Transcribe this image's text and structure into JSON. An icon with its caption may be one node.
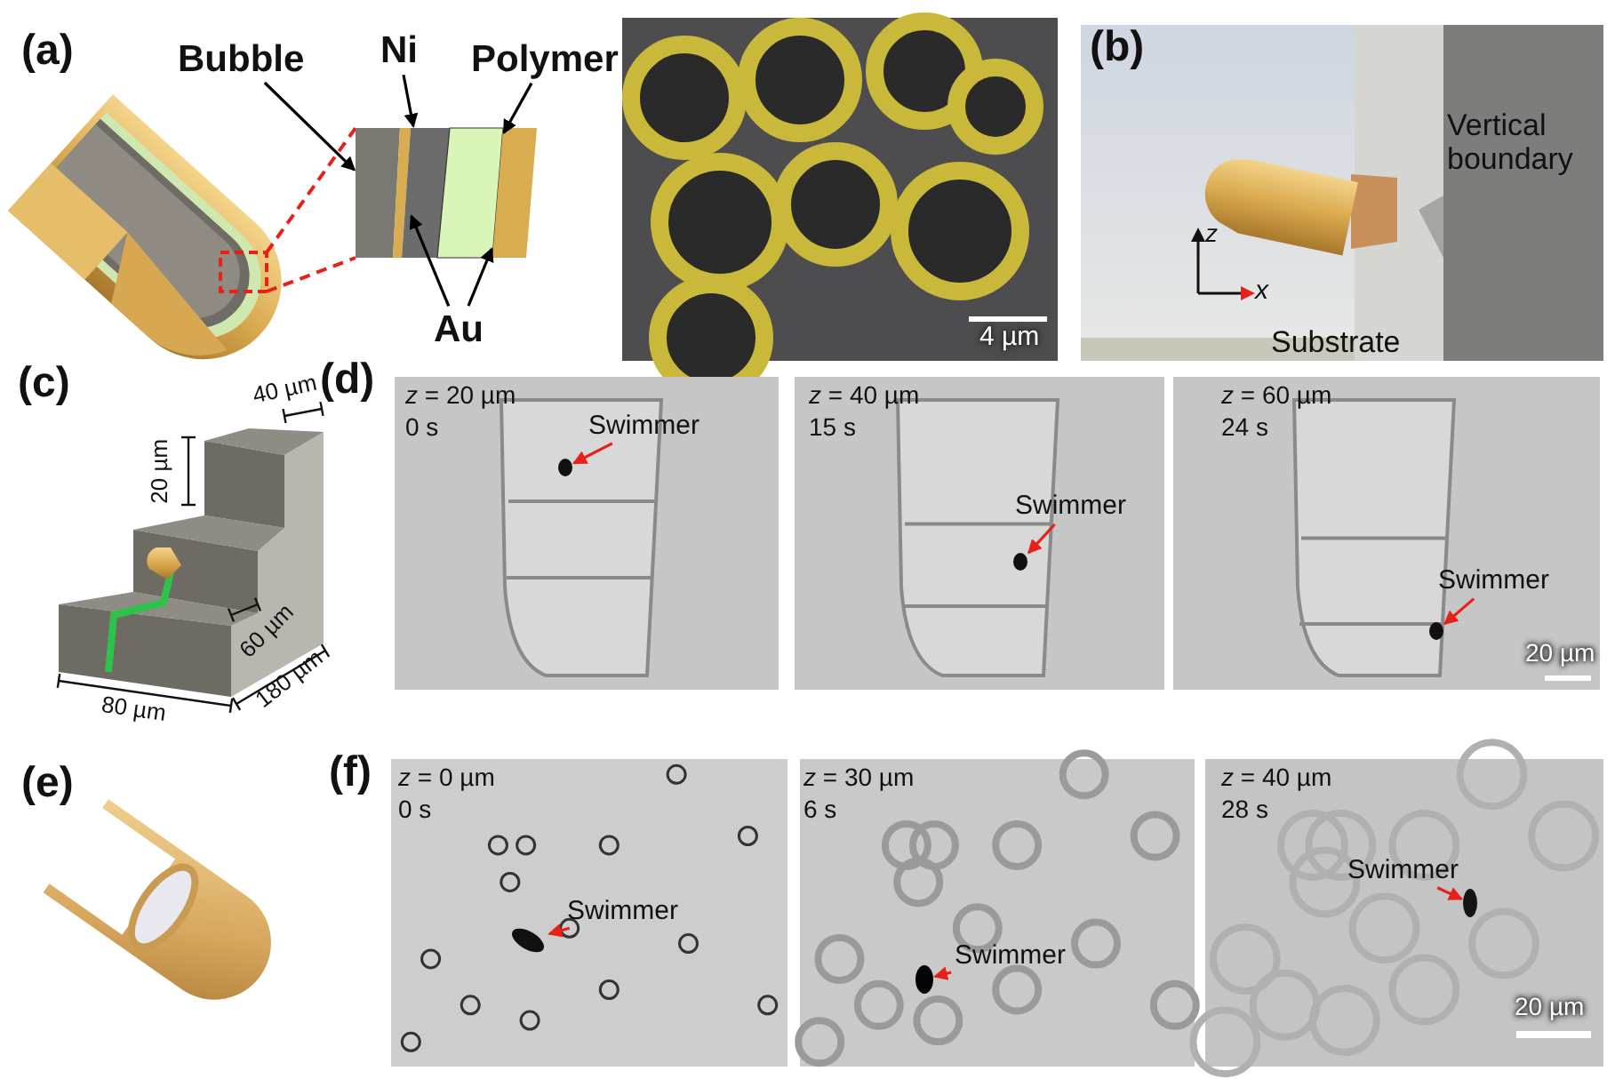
{
  "diagram": {
    "nodes": [
      {
        "text": [
          "Bubble"
        ]
      },
      {
        "text": [
          "Ni"
        ]
      },
      {
        "text": [
          "Polymer"
        ]
      },
      {
        "text": [
          "Au"
        ]
      },
      {
        "text": [],
        "shape": "bar"
      },
      {
        "text": [],
        "shape": "bar"
      },
      {
        "text": [],
        "shape": "bar"
      },
      {
        "text": [],
        "shape": "bar"
      },
      {
        "text": [],
        "shape": "bar"
      },
      {
        "text": [
          "Swimmer"
        ]
      },
      {
        "text": [],
        "shape": "circle"
      },
      {
        "text": [
          "Swimmer"
        ]
      },
      {
        "text": [],
        "shape": "circle"
      },
      {
        "text": [
          "Swimmer"
        ]
      },
      {
        "text": [],
        "shape": "circle"
      },
      {
        "text": [
          "Swimmer"
        ]
      },
      {
        "text": [],
        "shape": "circle"
      },
      {
        "text": [
          "Swimmer"
        ]
      },
      {
        "text": [],
        "shape": "circle"
      },
      {
        "text": [
          "Swimmer"
        ]
      },
      {
        "text": [],
        "shape": "circle"
      }
    ],
    "edges": [
      {
        "from": 0,
        "to": 4,
        "arrow": "to",
        "color": "#000000"
      },
      {
        "from": 1,
        "to": 6,
        "arrow": "to",
        "color": "#000000"
      },
      {
        "from": 2,
        "to": 7,
        "arrow": "to",
        "color": "#000000"
      },
      {
        "from": 3,
        "to": 5,
        "arrow": "to",
        "color": "#000000"
      },
      {
        "from": 3,
        "to": 8,
        "arrow": "to",
        "color": "#000000"
      },
      {
        "from": 9,
        "to": 10,
        "arrow": "to"
      },
      {
        "from": 11,
        "to": 12,
        "arrow": "to"
      },
      {
        "from": 13,
        "to": 14,
        "arrow": "to"
      },
      {
        "from": 15,
        "to": 16,
        "arrow": "to"
      },
      {
        "from": 17,
        "to": 18,
        "arrow": "to"
      },
      {
        "from": 19,
        "to": 20,
        "arrow": "to"
      }
    ],
    "labels": [
      "(a)",
      "4 µm",
      "(b)",
      "Vertical boundary",
      "z",
      "x",
      "Substrate",
      "(c)",
      "40 µm",
      "20 µm",
      "60 µm",
      "80 µm",
      "180 µm",
      "(d)",
      "*z* = 20 µm",
      "0 s",
      "*z* = 40 µm",
      "15 s",
      "*z* = 60 µm",
      "24 s",
      "20 µm",
      "(e)",
      "(f)",
      "*z* = 0 µm",
      "0 s",
      "*z* = 30 µm",
      "6 s",
      "*z* = 40 µm",
      "28 s",
      "20 µm"
    ]
  }
}
